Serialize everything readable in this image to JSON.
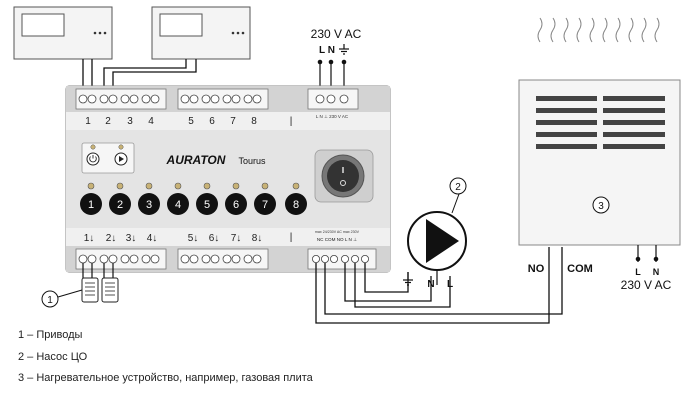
{
  "device": {
    "brand": "AURATON",
    "model": "Tourus",
    "power_top_label": "230 V AC",
    "power_top_pins": "L N",
    "terminal_small_label": "L  N  ⊥\n230 V AC",
    "out_terminal_small_label": "max 24/230V AC   max 230V",
    "out_terminal_pins": "NC COM NO  L   N  ⊥",
    "top_terminal_numbers": [
      "1",
      "2",
      "3",
      "4",
      "5",
      "6",
      "7",
      "8"
    ],
    "bottom_terminal_numbers": [
      "1↓",
      "2↓",
      "3↓",
      "4↓",
      "5↓",
      "6↓",
      "7↓",
      "8↓"
    ],
    "zone_buttons": [
      "1",
      "2",
      "3",
      "4",
      "5",
      "6",
      "7",
      "8"
    ],
    "separator_label": "|"
  },
  "callouts": {
    "one": "1",
    "two": "2",
    "three": "3"
  },
  "pump": {
    "n_label": "N",
    "l_label": "L"
  },
  "heater": {
    "no_label": "NO",
    "com_label": "COM",
    "l_label": "L",
    "n_label": "N",
    "power_label": "230 V AC"
  },
  "legend": [
    "1 – Приводы",
    "2 – Насос ЦО",
    "3 – Нагревательное устройство, например, газовая плита"
  ]
}
